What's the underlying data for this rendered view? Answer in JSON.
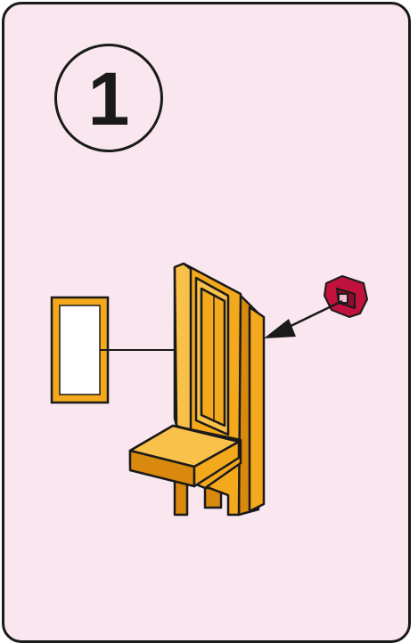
{
  "step": {
    "number": "1"
  },
  "colors": {
    "panel_background": "#f9e6ef",
    "outline": "#1a1a1a",
    "furniture_main": "#f4a81c",
    "furniture_shade": "#d98a0e",
    "furniture_light": "#f9c04a",
    "part_inset": "#ffffff",
    "clip_red": "#c0123c"
  },
  "parts": {
    "sticker": "white-rectangle-sticker",
    "chair": "wooden-high-back-seat",
    "connector": "red-clip-peg"
  }
}
